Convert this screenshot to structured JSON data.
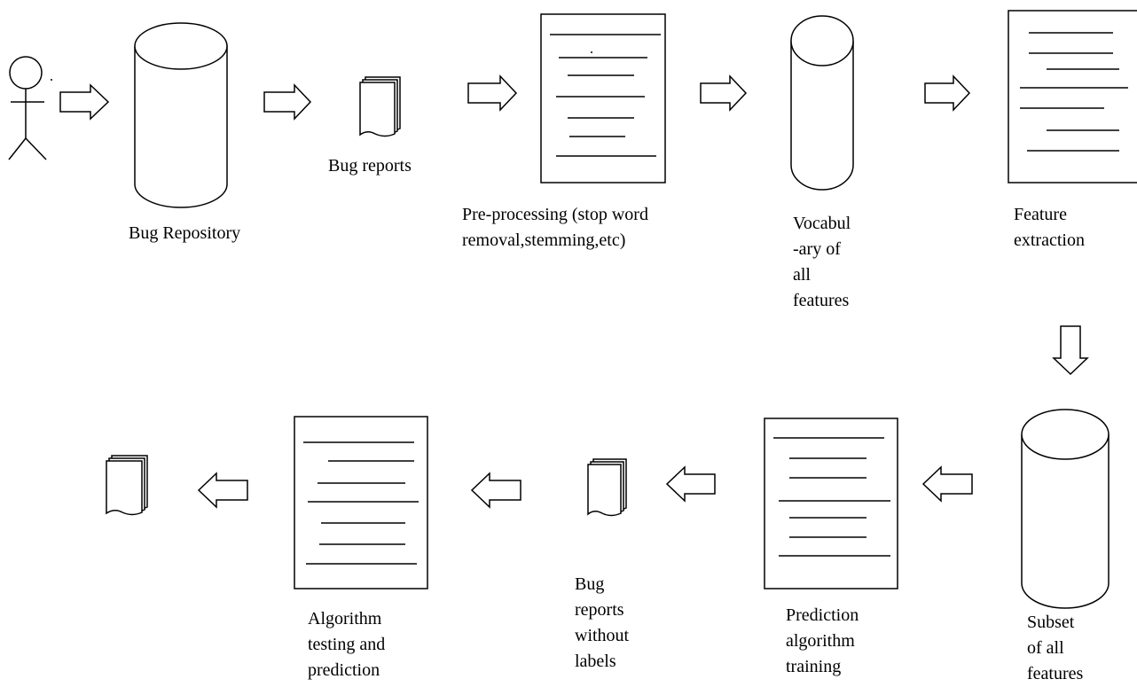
{
  "labels": {
    "bug_repository": "Bug Repository",
    "bug_reports": "Bug reports",
    "preprocessing": "Pre-processing (stop word\nremoval,stemming,etc)",
    "vocabulary": "Vocabul\n-ary of\nall\nfeatures",
    "feature_extraction": "Feature\nextraction",
    "subset": "Subset\nof all\nfeatures",
    "prediction_training": "Prediction\nalgorithm\ntraining",
    "reports_without_labels": "Bug\nreports\nwithout\nlabels",
    "algorithm_testing": "Algorithm\ntesting and\nprediction"
  },
  "icons": [
    "actor-icon",
    "database-icon",
    "document-stack-icon",
    "document-icon",
    "arrow-right-icon",
    "arrow-down-icon",
    "arrow-left-icon"
  ]
}
